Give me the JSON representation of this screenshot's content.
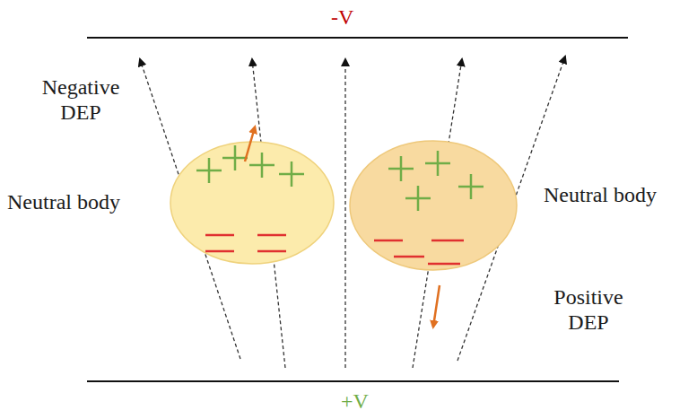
{
  "diagram": {
    "labels": [
      "-V",
      "Negative DEP",
      "Neutral body",
      "Neutral body",
      "Positive DEP",
      "+V"
    ]
  }
}
